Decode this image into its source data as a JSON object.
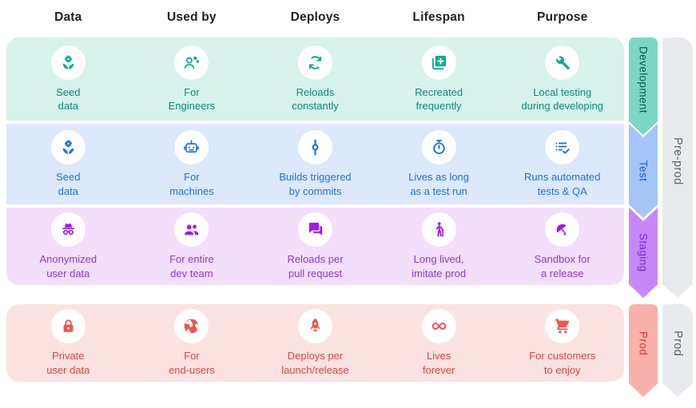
{
  "header": {
    "columns": [
      "Data",
      "Used by",
      "Deploys",
      "Lifespan",
      "Purpose"
    ]
  },
  "environments": [
    {
      "name": "Development",
      "theme": {
        "bg": "#d8f2ec",
        "accent": "#12ab97",
        "text": "#0d8c7c",
        "ribbon_bg": "#7bd8c5",
        "ribbon_text": "#0a5c52"
      },
      "cells": [
        {
          "icon": "seedling-gear-icon",
          "label": "Seed\ndata"
        },
        {
          "icon": "engineer-icon",
          "label": "For\nEngineers"
        },
        {
          "icon": "sync-icon",
          "label": "Reloads\nconstantly"
        },
        {
          "icon": "library-add-icon",
          "label": "Recreated\nfrequently"
        },
        {
          "icon": "wrench-icon",
          "label": "Local testing\nduring developing"
        }
      ]
    },
    {
      "name": "Test",
      "theme": {
        "bg": "#dce8fb",
        "accent": "#1a73e8",
        "text": "#1a73e8",
        "ribbon_bg": "#a5c5f8",
        "ribbon_text": "#1b5fd9"
      },
      "cells": [
        {
          "icon": "seedling-gear-icon",
          "label": "Seed\ndata"
        },
        {
          "icon": "robot-icon",
          "label": "For\nmachines"
        },
        {
          "icon": "commit-icon",
          "label": "Builds triggered\nby commits"
        },
        {
          "icon": "timer-icon",
          "label": "Lives as long\nas a test run"
        },
        {
          "icon": "checklist-icon",
          "label": "Runs automated\ntests & QA"
        }
      ]
    },
    {
      "name": "Staging",
      "theme": {
        "bg": "#f3defc",
        "accent": "#a516f2",
        "text": "#9138d8",
        "ribbon_bg": "#c687f9",
        "ribbon_text": "#7b2fd3"
      },
      "cells": [
        {
          "icon": "incognito-icon",
          "label": "Anonymized\nuser data"
        },
        {
          "icon": "group-icon",
          "label": "For entire\ndev team"
        },
        {
          "icon": "chat-icon",
          "label": "Reloads per\npull request"
        },
        {
          "icon": "elderly-icon",
          "label": "Long lived,\nimitate prod"
        },
        {
          "icon": "umbrella-icon",
          "label": "Sandbox for\na release"
        }
      ]
    },
    {
      "name": "Prod",
      "theme": {
        "bg": "#fce3e1",
        "accent": "#f2544c",
        "text": "#e7453c",
        "ribbon_bg": "#f9b1ab",
        "ribbon_text": "#d23b30"
      },
      "cells": [
        {
          "icon": "lock-icon",
          "label": "Private\nuser data"
        },
        {
          "icon": "globe-icon",
          "label": "For\nend-users"
        },
        {
          "icon": "rocket-icon",
          "label": "Deploys per\nlaunch/release"
        },
        {
          "icon": "infinity-icon",
          "label": "Lives\nforever"
        },
        {
          "icon": "cart-icon",
          "label": "For customers\nto enjoy"
        }
      ]
    }
  ],
  "stage_groups": [
    {
      "label": "Pre-prod",
      "bg": "#e8eaed",
      "text": "#5f6368"
    },
    {
      "label": "Prod",
      "bg": "#e8eaed",
      "text": "#5f6368"
    }
  ]
}
